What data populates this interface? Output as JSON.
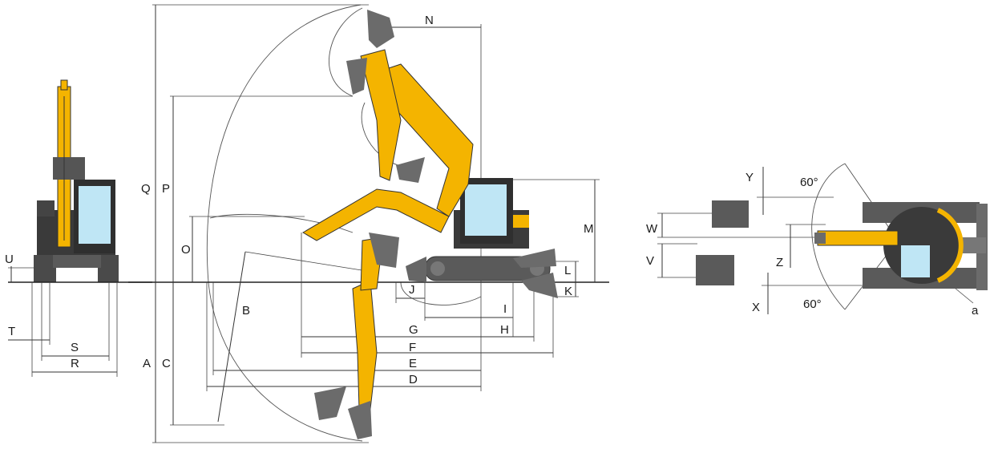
{
  "colors": {
    "body_yellow": "#f4b400",
    "machine_dark": "#3a3a3a",
    "track_grey": "#5a5a5a",
    "glass_blue": "#bfe6f5",
    "bucket_grey": "#6b6b6b"
  },
  "labels": {
    "A": "A",
    "B": "B",
    "C": "C",
    "D": "D",
    "E": "E",
    "F": "F",
    "G": "G",
    "H": "H",
    "I": "I",
    "J": "J",
    "K": "K",
    "L": "L",
    "M": "M",
    "N": "N",
    "O": "O",
    "P": "P",
    "Q": "Q",
    "R": "R",
    "S": "S",
    "T": "T",
    "U": "U",
    "V": "V",
    "W": "W",
    "X": "X",
    "Y": "Y",
    "Z": "Z",
    "a": "a",
    "angle_top": "60°",
    "angle_bottom": "60°"
  }
}
